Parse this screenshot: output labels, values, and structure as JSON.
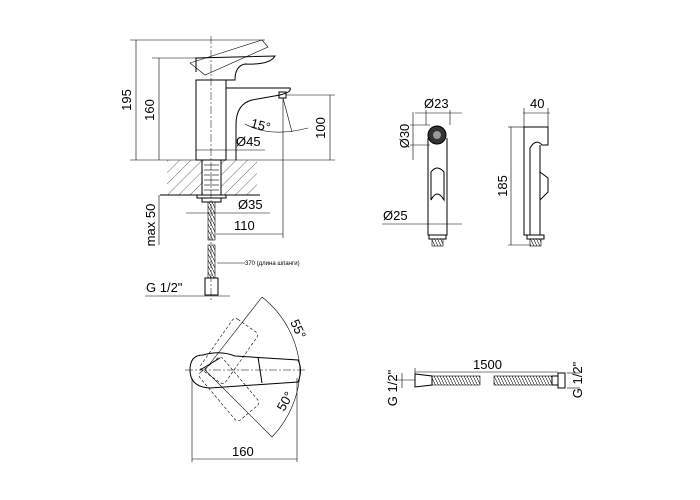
{
  "faucet_side": {
    "height_total": "195",
    "height_body": "160",
    "spout_height": "100",
    "angle_spout": "15°",
    "body_diameter": "Ø45",
    "shank_diameter": "Ø35",
    "spout_reach": "110",
    "counter_max": "max 50",
    "hose_note": "370 (длина шпанги)",
    "connection": "G 1/2\""
  },
  "faucet_top": {
    "angle_up": "55°",
    "angle_down": "50°",
    "width": "160"
  },
  "hand_shower": {
    "head_diameter": "Ø23",
    "head_face": "Ø30",
    "base_diameter": "Ø25",
    "depth": "40",
    "length": "185"
  },
  "hose": {
    "length": "1500",
    "left_connection": "G 1/2\"",
    "right_connection": "G 1/2\""
  }
}
